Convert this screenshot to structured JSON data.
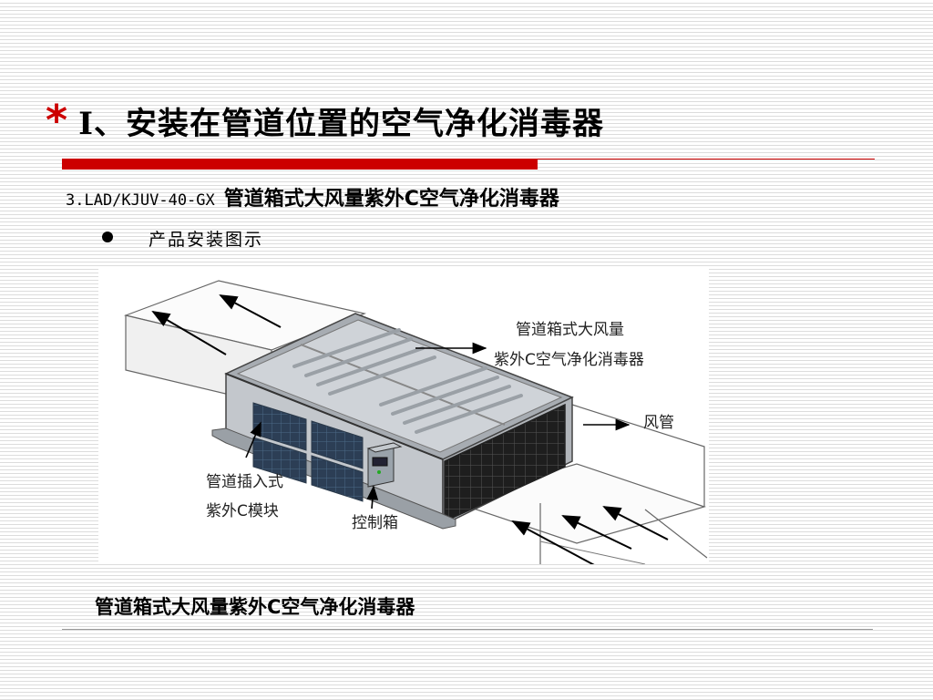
{
  "slide": {
    "asterisk": "*",
    "title": "Ⅰ、安装在管道位置的空气净化消毒器",
    "model": "3.LAD/KJUV-40-GX",
    "subtitle": "管道箱式大风量紫外C空气净化消毒器",
    "bullet": "产品安装图示",
    "caption": "管道箱式大风量紫外C空气净化消毒器"
  },
  "figure_labels": {
    "unit_line1": "管道箱式大风量",
    "unit_line2": "紫外C空气净化消毒器",
    "duct": "风管",
    "module_line1": "管道插入式",
    "module_line2": "紫外C模块",
    "control_box": "控制箱"
  },
  "colors": {
    "accent": "#cc0000"
  }
}
